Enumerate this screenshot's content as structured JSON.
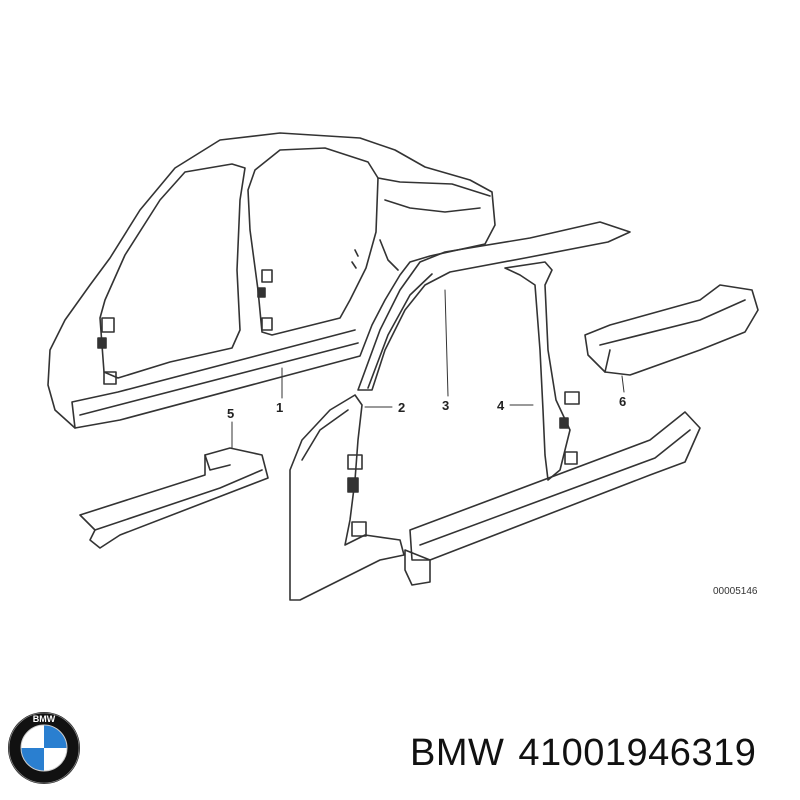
{
  "diagram": {
    "callouts": [
      "1",
      "2",
      "3",
      "4",
      "5",
      "6"
    ],
    "drawing_code": "00005146"
  },
  "footer": {
    "brand": "BMW",
    "part_number": "41001946319"
  },
  "logo": {
    "text": "BMW",
    "colors": {
      "ring": "#111111",
      "blue": "#2a7fd0",
      "white": "#ffffff"
    }
  }
}
